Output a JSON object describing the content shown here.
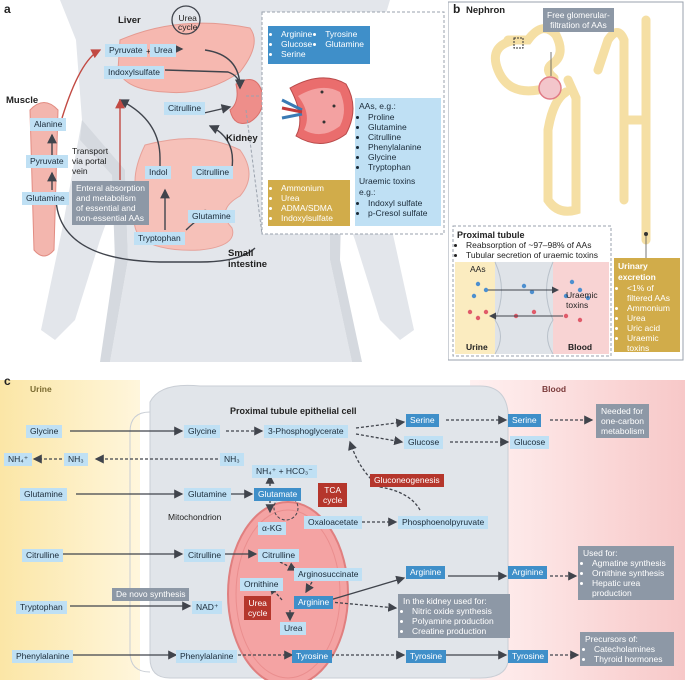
{
  "panels": {
    "a": "a",
    "b": "b",
    "c": "c"
  },
  "panel_a": {
    "liver": "Liver",
    "muscle": "Muscle",
    "kidney": "Kidney",
    "small_intestine": [
      "Small",
      "intestine"
    ],
    "urea_cycle": [
      "Urea",
      "cycle"
    ],
    "pyruvate_top": "Pyruvate",
    "plus": "+",
    "urea_top": "Urea",
    "indoxylsulfate": "Indoxylsulfate",
    "citrulline_kidney": "Citrulline",
    "alanine": "Alanine",
    "pyruvate_muscle": "Pyruvate",
    "glutamine_muscle": "Glutamine",
    "transport": [
      "Transport",
      "via portal",
      "vein"
    ],
    "indol": "Indol",
    "citrulline_gut": "Citrulline",
    "glutamine_gut": "Glutamine",
    "tryptophan": "Tryptophan",
    "enteral": [
      "Enteral absorption",
      "and metabolism",
      "of essential and",
      "non-essential AAs"
    ],
    "top_box_col1": [
      "Arginine",
      "Glucose",
      "Serine"
    ],
    "top_box_col2": [
      "Tyrosine",
      "Glutamine"
    ],
    "aas_title": "AAs, e.g.:",
    "aas_list": [
      "Proline",
      "Glutamine",
      "Citrulline",
      "Phenylalanine",
      "Glycine",
      "Tryptophan"
    ],
    "toxins_title": [
      "Uraemic toxins",
      "e.g.:"
    ],
    "toxins_list": [
      "Indoxyl sulfate",
      "p-Cresol sulfate"
    ],
    "gold_list": [
      "Ammonium",
      "Urea",
      "ADMA/SDMA",
      "Indoxylsulfate"
    ]
  },
  "panel_b": {
    "nephron": "Nephron",
    "free_filtration": [
      "Free glomerular-",
      "filtration of AAs"
    ],
    "proximal_tubule": "Proximal tubule",
    "proximal_points": [
      "Reabsorption of ~97–98% of AAs",
      "Tubular secretion of uraemic toxins"
    ],
    "aas": "AAs",
    "uraemic_toxins": [
      "Uraemic",
      "toxins"
    ],
    "urine": "Urine",
    "blood": "Blood",
    "urinary_excretion": [
      "Urinary",
      "excretion"
    ],
    "urinary_list": [
      "<1% of filtered AAs",
      "Ammonium",
      "Urea",
      "Uric acid",
      "Uraemic toxins"
    ]
  },
  "panel_c": {
    "urine": "Urine",
    "blood": "Blood",
    "cell_title": "Proximal tubule epithelial cell",
    "mitochondrion": "Mitochondrion",
    "glycine_in": "Glycine",
    "glycine_cell": "Glycine",
    "phosphoglycerate": "3-Phosphoglycerate",
    "serine_cell": "Serine",
    "serine_blood": "Serine",
    "one_carbon": [
      "Needed for",
      "one-carbon",
      "metabolism"
    ],
    "glucose_cell": "Glucose",
    "glucose_blood": "Glucose",
    "nh4_urine": "NH₄⁺",
    "nh3_a": "NH₃",
    "nh3_b": "NH₃",
    "nh4_hco3": "NH₄⁺ + HCO₃⁻",
    "glutamine_in": "Glutamine",
    "glutamine_cell": "Glutamine",
    "glutamate": "Glutamate",
    "tca": [
      "TCA",
      "cycle"
    ],
    "gluconeogenesis": "Gluconeogenesis",
    "akg": "α-KG",
    "oxaloacetate": "Oxaloacetate",
    "pep": "Phosphoenolpyruvate",
    "citrulline_in": "Citrulline",
    "citrulline_cell": "Citrulline",
    "citrulline_mito": "Citrulline",
    "ornithine": "Ornithine",
    "arginosuccinate": "Arginosuccinate",
    "arginine_mito": "Arginine",
    "arginine_cell": "Arginine",
    "arginine_blood": "Arginine",
    "urea_cycle": [
      "Urea",
      "cycle"
    ],
    "urea": "Urea",
    "used_for_title": "Used for:",
    "used_for_list": [
      "Agmatine synthesis",
      "Ornithine synthesis",
      "Hepatic urea production"
    ],
    "tryptophan_in": "Tryptophan",
    "de_novo": "De novo synthesis",
    "nad": "NAD⁺",
    "kidney_used_title": "In the kidney used for:",
    "kidney_used_list": [
      "Nitric oxide synthesis",
      "Polyamine production",
      "Creatine production"
    ],
    "phe_in": "Phenylalanine",
    "phe_cell": "Phenylalanine",
    "tyrosine_cell": "Tyrosine",
    "tyrosine_mid": "Tyrosine",
    "tyrosine_blood": "Tyrosine",
    "precursors_title": "Precursors of:",
    "precursors_list": [
      "Catecholamines",
      "Thyroid hormones"
    ]
  },
  "colors": {
    "light_blue": "#bfe0f4",
    "dark_blue": "#3f8fc9",
    "gray": "#8d98a6",
    "red": "#b5362c",
    "gold": "#d1ac4a",
    "urine_yellow": "#fbe9b5",
    "blood_pink": "#f8d3d3",
    "cell_gray": "#dfe3e8",
    "mito_pink": "#f39a9a"
  }
}
